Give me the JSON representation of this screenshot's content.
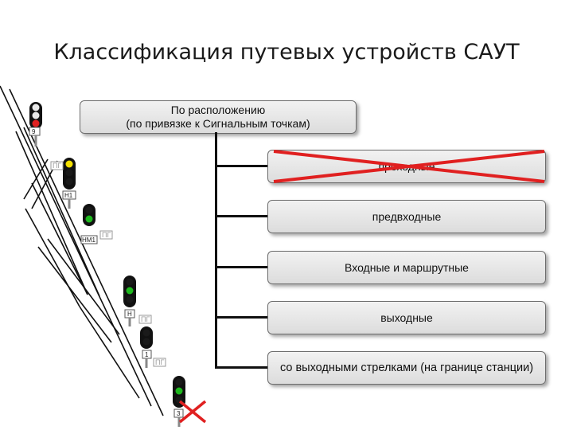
{
  "title": "Классификация путевых устройств САУТ",
  "root": {
    "line1": "По расположению",
    "line2": "(по привязке к Сигнальным точкам)"
  },
  "categories": [
    {
      "label": "проходные",
      "crossed": true
    },
    {
      "label": "предвходные",
      "crossed": false
    },
    {
      "label": "Входные и маршрутные",
      "crossed": false
    },
    {
      "label": "выходные",
      "crossed": false
    },
    {
      "label": "со выходными стрелками (на границе станции)",
      "crossed": false
    }
  ],
  "signals": {
    "s1": {
      "label": "9",
      "lamps": [
        "#e8e8e8",
        "#e8e8e8",
        "#e02020"
      ]
    },
    "s2": {
      "label": "Н1",
      "pg": "ПГ",
      "lamps": [
        "#f4e000",
        "#1a1a1a",
        "#1a1a1a"
      ]
    },
    "s3": {
      "label": "НМ1",
      "pg": "ПГ",
      "lamps": [
        "#1a1a1a",
        "#1eb81e"
      ]
    },
    "s4": {
      "label": "Н",
      "pg": "ПГ",
      "lamps": [
        "#1a1a1a",
        "#1eb81e",
        "#1a1a1a"
      ]
    },
    "s5": {
      "label": "1",
      "pg": "ПГ",
      "lamps": [
        "#1a1a1a",
        "#1a1a1a"
      ]
    },
    "s6": {
      "label": "3",
      "lamps": [
        "#1a1a1a",
        "#1eb81e",
        "#1a1a1a"
      ]
    }
  },
  "colors": {
    "cross": "#e02020",
    "box_border": "#6d6d6d"
  }
}
